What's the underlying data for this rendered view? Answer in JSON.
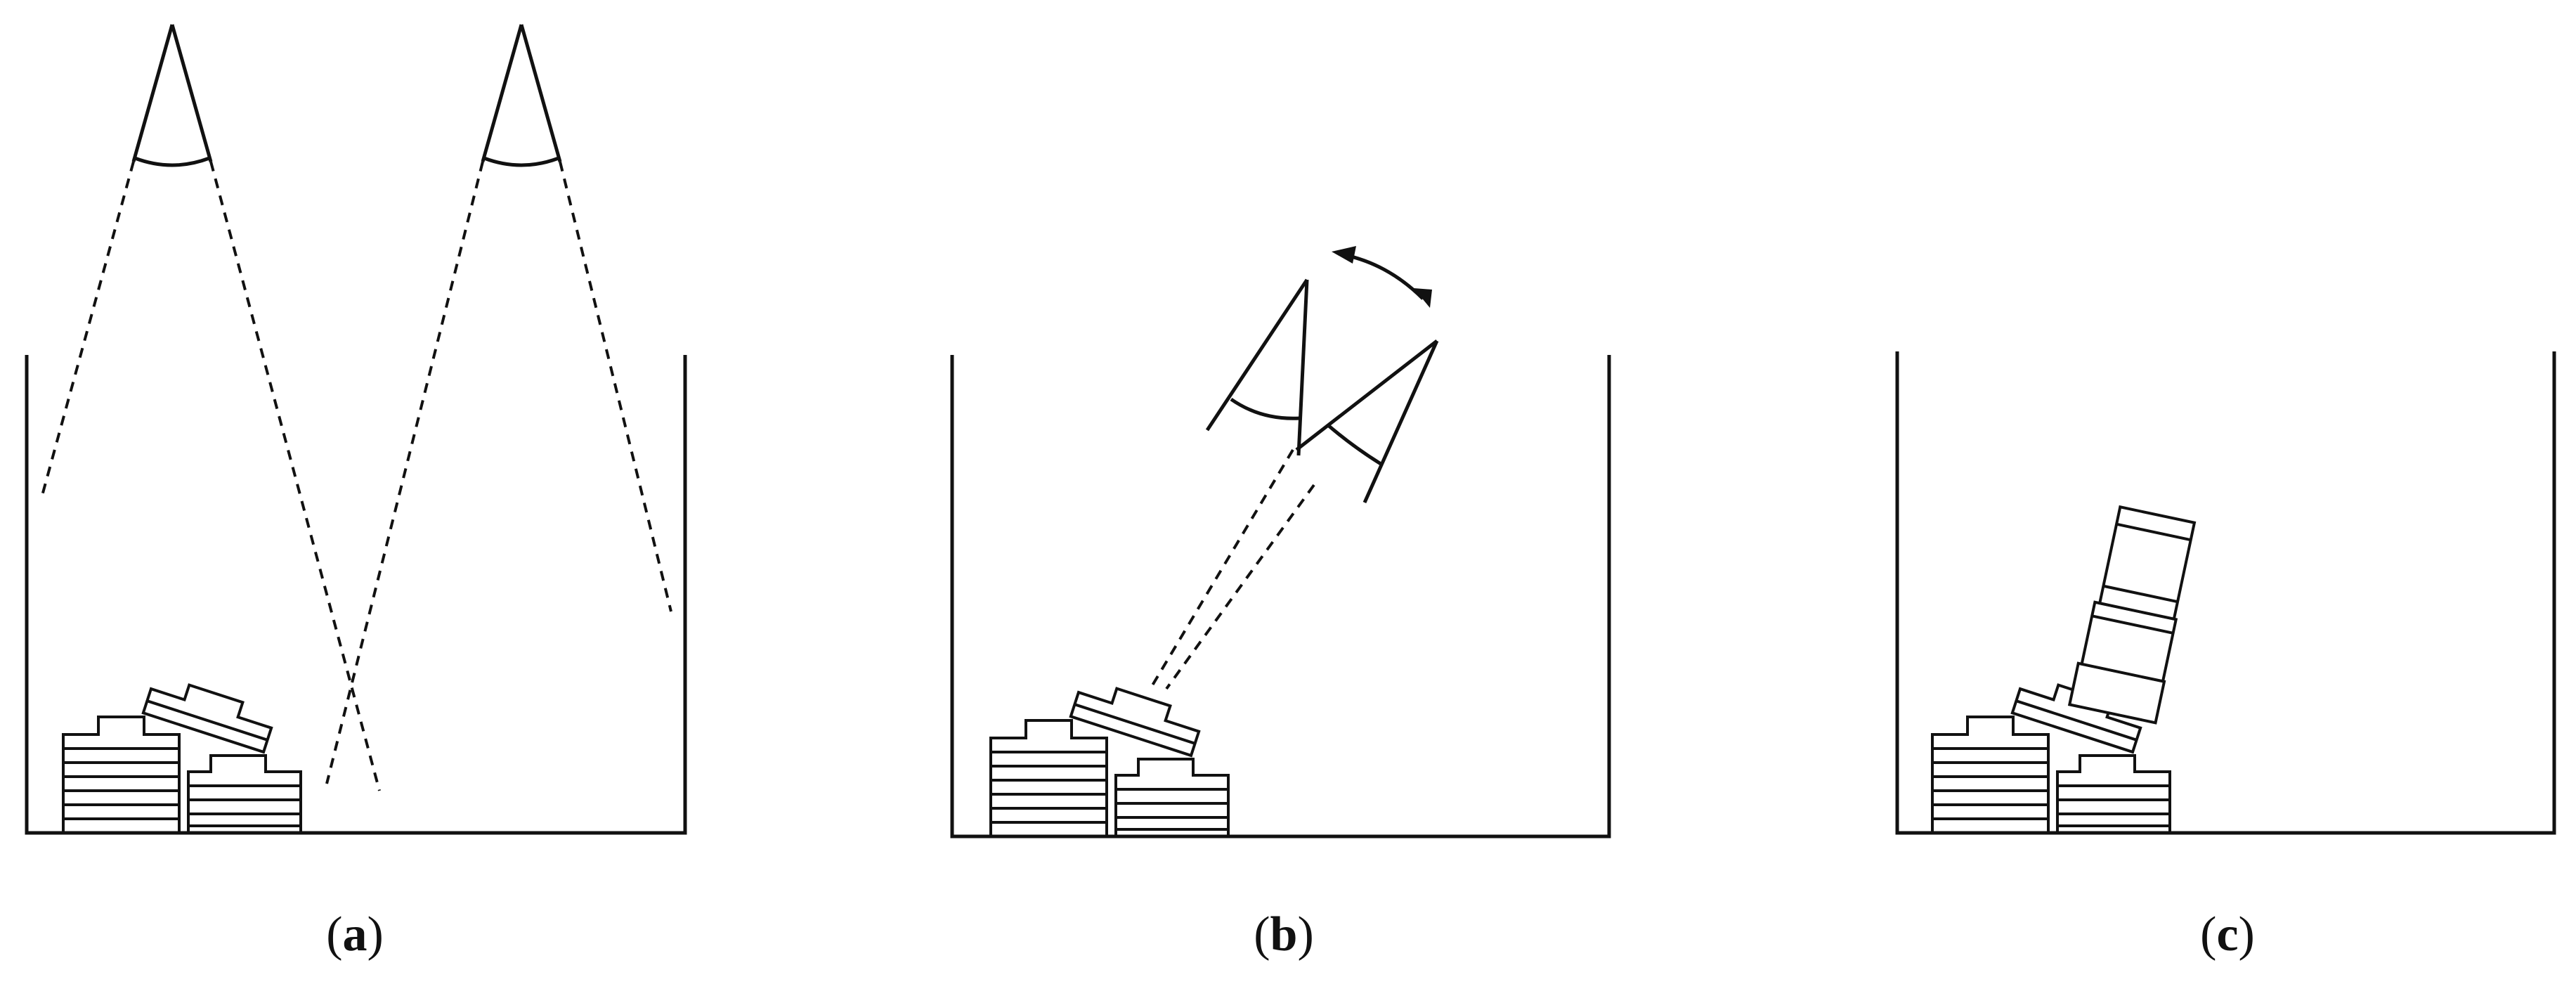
{
  "captions": {
    "a": "a",
    "b": "b",
    "c": "c"
  },
  "colors": {
    "stroke": "#111111",
    "background": "#ffffff"
  }
}
